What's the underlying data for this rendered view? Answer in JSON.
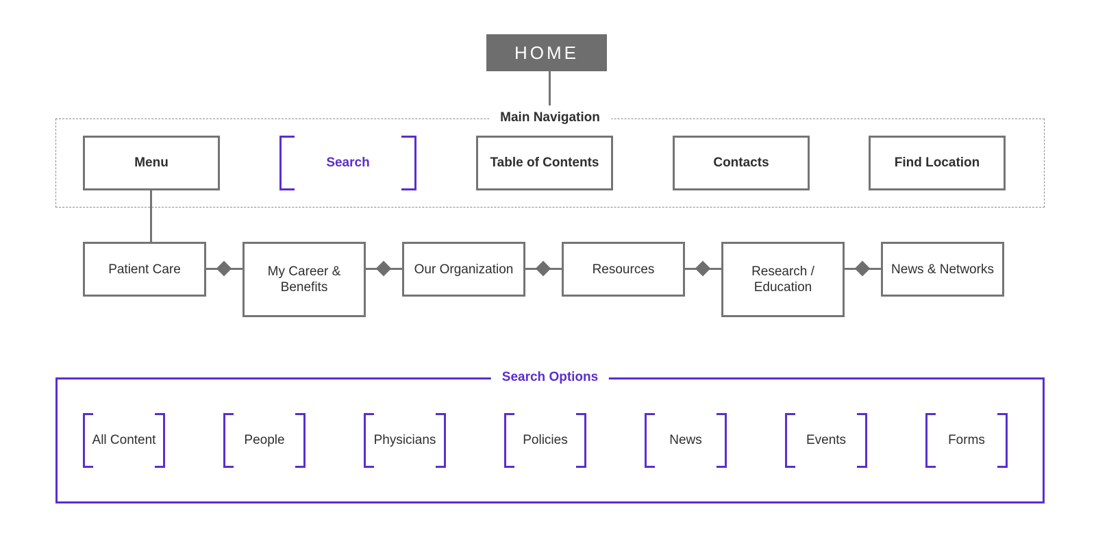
{
  "home": {
    "label": "HOME"
  },
  "main_navigation": {
    "label": "Main Navigation",
    "items": [
      {
        "id": "menu",
        "label": "Menu"
      },
      {
        "id": "search",
        "label": "Search"
      },
      {
        "id": "toc",
        "label": "Table of Contents"
      },
      {
        "id": "contacts",
        "label": "Contacts"
      },
      {
        "id": "find-location",
        "label": "Find Location"
      }
    ]
  },
  "menu_items": [
    {
      "label": "Patient Care"
    },
    {
      "label": "My Career & Benefits"
    },
    {
      "label": "Our Organization"
    },
    {
      "label": "Resources"
    },
    {
      "label": "Research / Education"
    },
    {
      "label": "News & Networks"
    }
  ],
  "search_options": {
    "label": "Search Options",
    "items": [
      {
        "label": "All Content"
      },
      {
        "label": "People"
      },
      {
        "label": "Physicians"
      },
      {
        "label": "Policies"
      },
      {
        "label": "News"
      },
      {
        "label": "Events"
      },
      {
        "label": "Forms"
      }
    ]
  },
  "colors": {
    "accent": "#5a2ecf",
    "box_border": "#747474",
    "home_fill": "#6e6e6e",
    "text": "#2f2f2f"
  }
}
